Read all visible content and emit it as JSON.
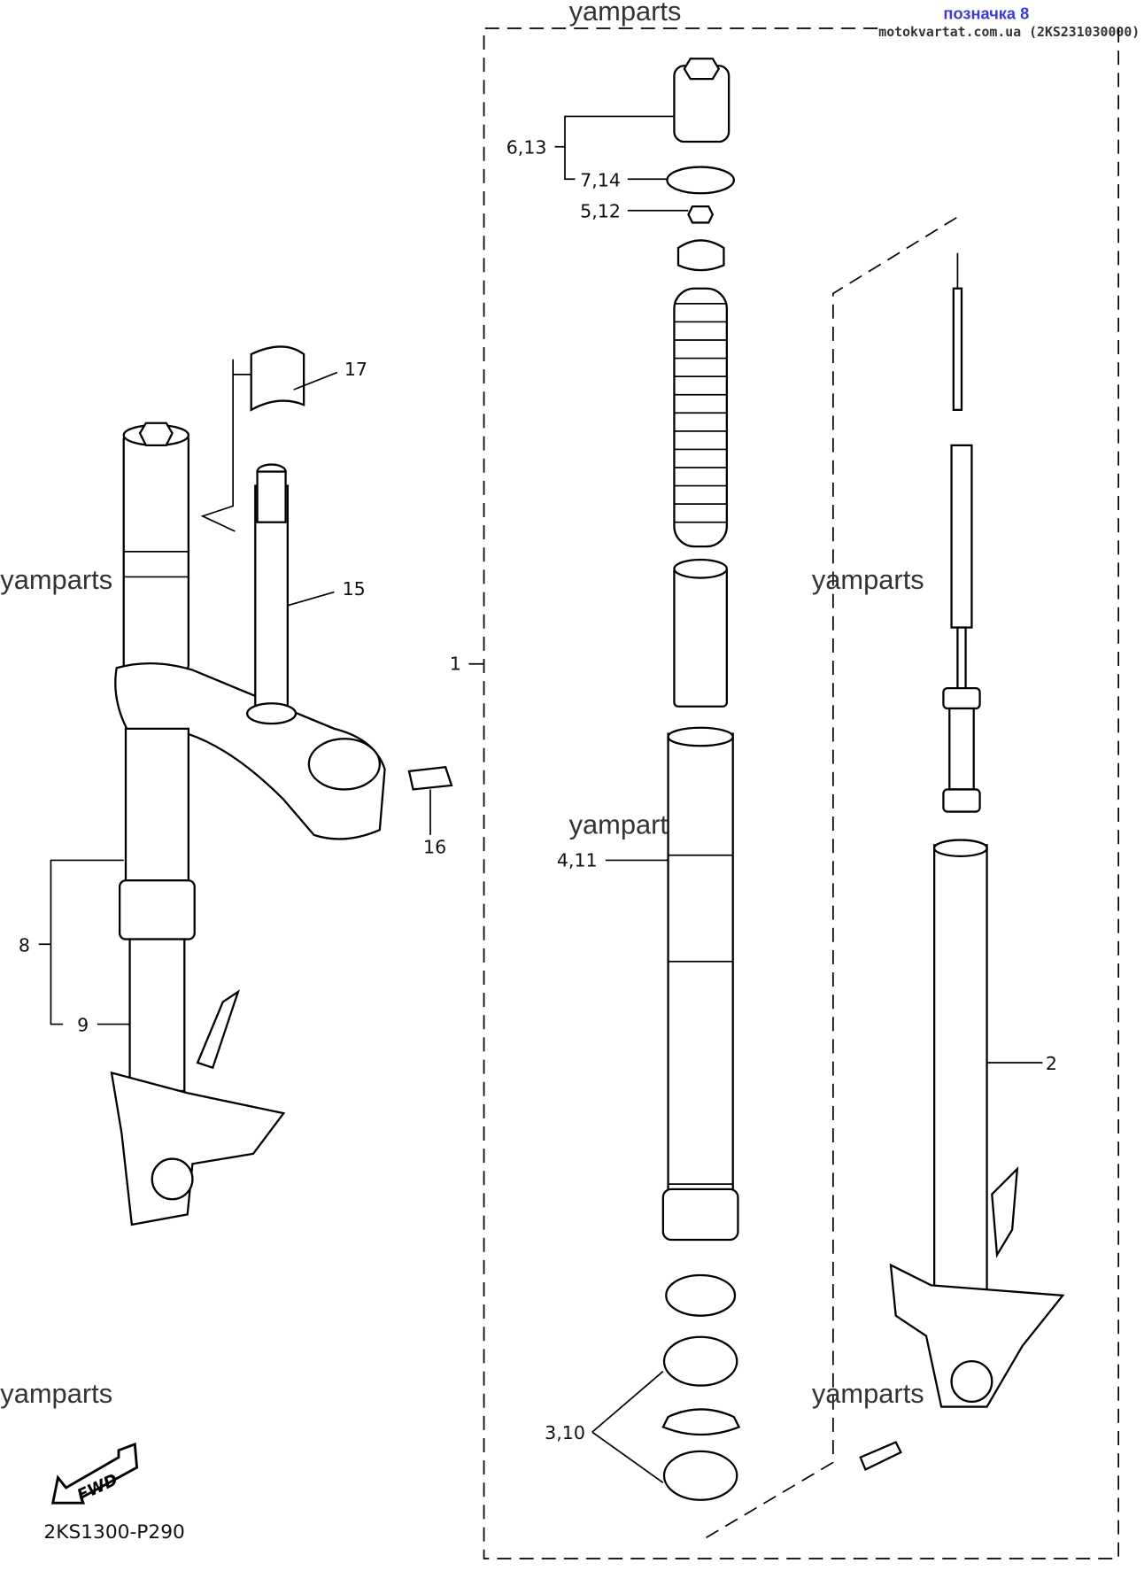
{
  "header": {
    "marker": "позначка 8",
    "site": "motokvartat.com.ua (2KS231030000)"
  },
  "watermarks": [
    "yamparts",
    "yamparts",
    "yamparts",
    "yamparts",
    "yamparts",
    "yamparts"
  ],
  "callouts": {
    "c1": "1",
    "c2": "2",
    "c3_10": "3,10",
    "c4_11": "4,11",
    "c5_12": "5,12",
    "c6_13": "6,13",
    "c7_14": "7,14",
    "c8": "8",
    "c9": "9",
    "c15": "15",
    "c16": "16",
    "c17": "17"
  },
  "fwd_label": "FWD",
  "diagram_code": "2KS1300-P290"
}
